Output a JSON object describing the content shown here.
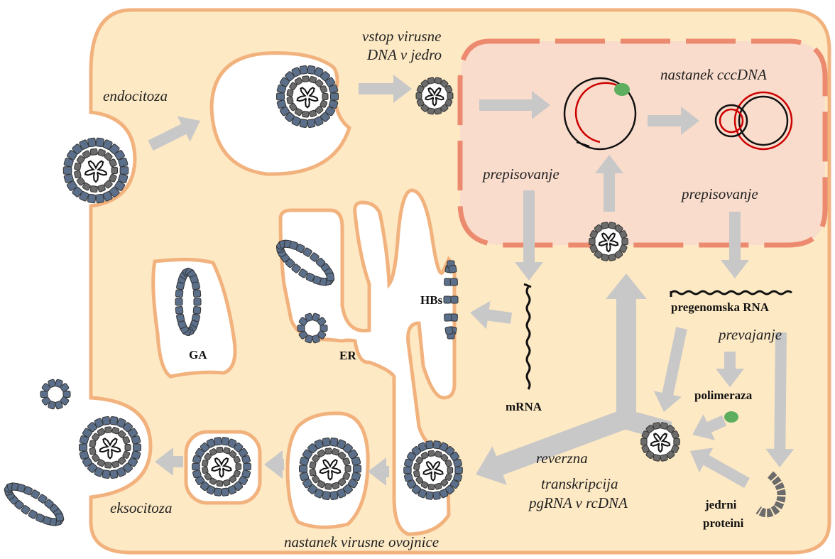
{
  "colors": {
    "cytoplasm": "#fde9c4",
    "membrane": "#f2b27e",
    "nucleus_fill": "#f9dccc",
    "nucleus_border": "#ec8a6f",
    "arrow": "#c8c8c8",
    "envelope_protein": "#5b6f8a",
    "capsid": "#6b6b6b",
    "rna_strand": "#cc0000",
    "polymerase": "#5daf5f"
  },
  "labels": {
    "endocytosis": "endocitoza",
    "entry_line1": "vstop virusne",
    "entry_line2": "DNA v jedro",
    "cccdna": "nastanek cccDNA",
    "transcription_left": "prepisovanje",
    "transcription_right": "prepisovanje",
    "pregenomic_rna": "pregenomska RNA",
    "translation": "prevajanje",
    "polymerase": "polimeraza",
    "core_proteins_line1": "jedrni",
    "core_proteins_line2": "proteini",
    "reverse_line1": "reverzna",
    "reverse_line2": "transkripcija",
    "reverse_line3": "pgRNA v rcDNA",
    "mrna": "mRNA",
    "hbs": "HBs",
    "er": "ER",
    "ga": "GA",
    "exocytosis": "eksocitoza",
    "envelope_formation": "nastanek virusne ovojnice"
  }
}
